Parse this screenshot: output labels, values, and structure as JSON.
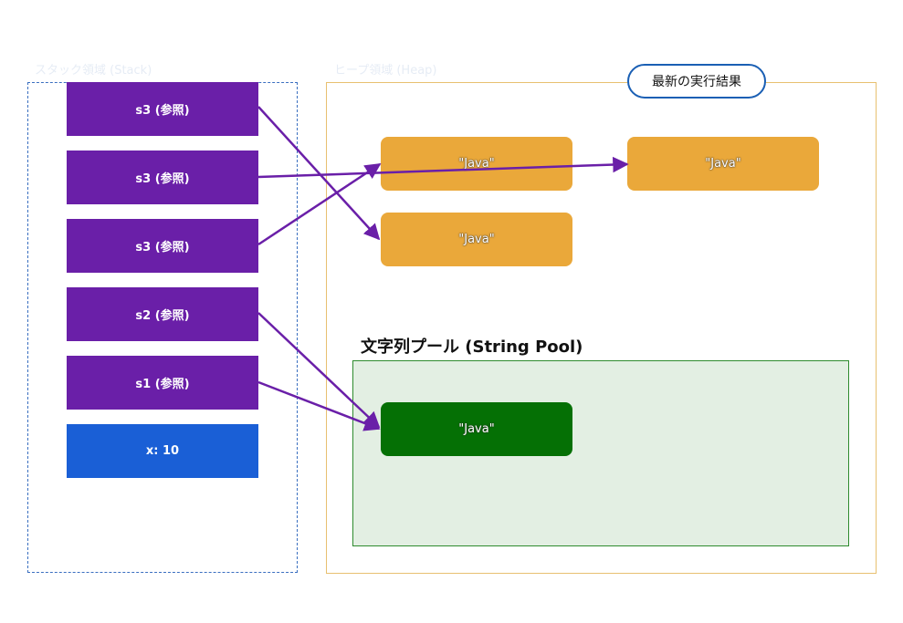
{
  "stack": {
    "label": "スタック領域 (Stack)",
    "items": [
      {
        "label": "s3 (参照)",
        "kind": "ref"
      },
      {
        "label": "s3 (参照)",
        "kind": "ref"
      },
      {
        "label": "s3 (参照)",
        "kind": "ref"
      },
      {
        "label": "s2 (参照)",
        "kind": "ref"
      },
      {
        "label": "s1 (参照)",
        "kind": "ref"
      },
      {
        "label": "x: 10",
        "kind": "primitive"
      }
    ]
  },
  "heap": {
    "label": "ヒープ領域 (Heap)",
    "badge": "最新の実行結果",
    "objects": [
      {
        "label": "\"Java\""
      },
      {
        "label": "\"Java\""
      },
      {
        "label": "\"Java\""
      }
    ]
  },
  "pool": {
    "title": "文字列プール (String Pool)",
    "objects": [
      {
        "label": "\"Java\""
      }
    ]
  },
  "colors": {
    "reference": "#6a1fa8",
    "primitive": "#1a5fd6",
    "heap_object": "#eaa83a",
    "pool_object": "#057005",
    "pool_background": "#e3efe3",
    "arrow": "#6a1fa8"
  }
}
